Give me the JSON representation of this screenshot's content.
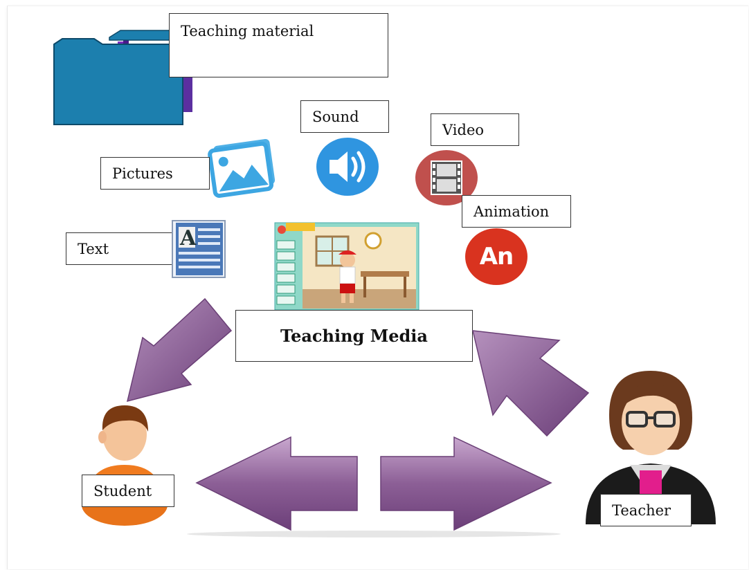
{
  "labels": {
    "teaching_material": "Teaching material",
    "sound": "Sound",
    "video": "Video",
    "pictures": "Pictures",
    "animation": "Animation",
    "text": "Text",
    "teaching_media": "Teaching Media",
    "student": "Student",
    "teacher": "Teacher",
    "animation_icon_text": "An"
  },
  "icons": {
    "folder": "folder-icon",
    "pictures": "pictures-icon",
    "sound": "speaker-icon",
    "video": "film-icon",
    "animation": "animation-icon",
    "text": "document-icon",
    "screenshot": "teaching-media-screenshot",
    "student": "student-avatar",
    "teacher": "teacher-avatar"
  },
  "colors": {
    "arrow_fill": "#8c5f96",
    "folder": "#1c7fae",
    "sound": "#2f95e0",
    "video": "#c0504d",
    "animation": "#d9331f"
  }
}
